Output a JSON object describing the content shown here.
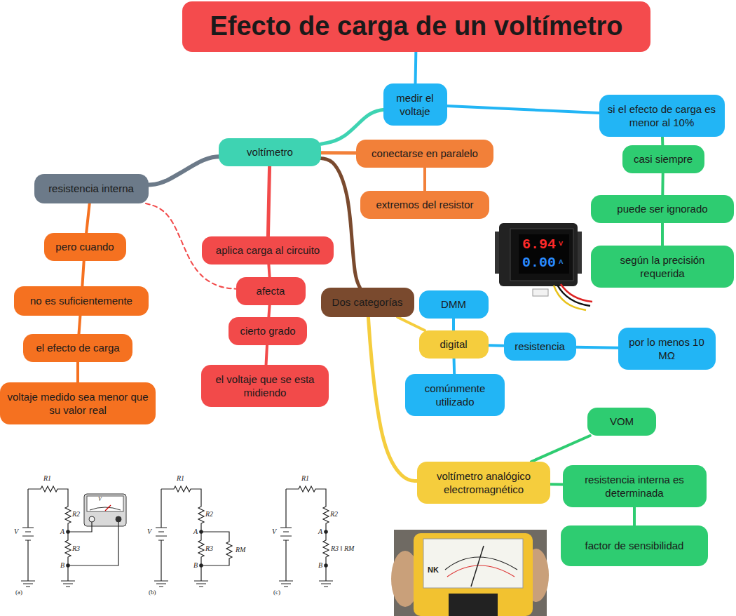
{
  "diagram": {
    "nodes": [
      {
        "text": [
          "Efecto de carga de un voltímetro"
        ]
      },
      {
        "text": [
          "medir el voltaje"
        ]
      },
      {
        "text": [
          "si el efecto de carga es menor al 10%"
        ]
      },
      {
        "text": [
          "casi siempre"
        ]
      },
      {
        "text": [
          "puede ser ignorado"
        ]
      },
      {
        "text": [
          "según la precisión requerida"
        ]
      },
      {
        "text": [
          "voltímetro"
        ]
      },
      {
        "text": [
          "conectarse en paralelo"
        ]
      },
      {
        "text": [
          "extremos del resistor"
        ]
      },
      {
        "text": [
          "resistencia interna"
        ]
      },
      {
        "text": [
          "pero cuando"
        ]
      },
      {
        "text": [
          "no es suficientemente"
        ]
      },
      {
        "text": [
          "el efecto de carga"
        ]
      },
      {
        "text": [
          "voltaje medido sea menor que su valor real"
        ]
      },
      {
        "text": [
          "aplica carga al circuito"
        ]
      },
      {
        "text": [
          "afecta"
        ]
      },
      {
        "text": [
          "cierto grado"
        ]
      },
      {
        "text": [
          "el voltaje que se esta midiendo"
        ]
      },
      {
        "text": [
          "Dos categorías"
        ]
      },
      {
        "text": [
          "DMM"
        ]
      },
      {
        "text": [
          "digital"
        ]
      },
      {
        "text": [
          "resistencia"
        ]
      },
      {
        "text": [
          "por lo menos 10 MΩ"
        ]
      },
      {
        "text": [
          "comúnmente utilizado"
        ]
      },
      {
        "text": [
          "voltímetro analógico electromagnético"
        ]
      },
      {
        "text": [
          "VOM"
        ]
      },
      {
        "text": [
          "resistencia interna es determinada"
        ]
      },
      {
        "text": [
          "factor de sensibilidad"
        ]
      }
    ],
    "edges": [
      {
        "from": 0,
        "to": 1,
        "arrow": "none"
      },
      {
        "from": 1,
        "to": 2,
        "arrow": "none"
      },
      {
        "from": 2,
        "to": 3,
        "arrow": "none"
      },
      {
        "from": 3,
        "to": 4,
        "arrow": "none"
      },
      {
        "from": 4,
        "to": 5,
        "arrow": "none"
      },
      {
        "from": 6,
        "to": 1,
        "arrow": "none"
      },
      {
        "from": 6,
        "to": 7,
        "arrow": "none"
      },
      {
        "from": 7,
        "to": 8,
        "arrow": "none"
      },
      {
        "from": 6,
        "to": 9,
        "arrow": "none"
      },
      {
        "from": 9,
        "to": 10,
        "arrow": "none"
      },
      {
        "from": 10,
        "to": 11,
        "arrow": "none"
      },
      {
        "from": 11,
        "to": 12,
        "arrow": "none"
      },
      {
        "from": 12,
        "to": 13,
        "arrow": "none"
      },
      {
        "from": 6,
        "to": 14,
        "arrow": "none"
      },
      {
        "from": 14,
        "to": 15,
        "arrow": "none"
      },
      {
        "from": 15,
        "to": 16,
        "arrow": "none"
      },
      {
        "from": 16,
        "to": 17,
        "arrow": "none"
      },
      {
        "from": 9,
        "to": 15,
        "arrow": "none"
      },
      {
        "from": 6,
        "to": 18,
        "arrow": "none"
      },
      {
        "from": 18,
        "to": 20,
        "arrow": "none"
      },
      {
        "from": 20,
        "to": 19,
        "arrow": "none"
      },
      {
        "from": 20,
        "to": 21,
        "arrow": "none"
      },
      {
        "from": 21,
        "to": 22,
        "arrow": "none"
      },
      {
        "from": 20,
        "to": 23,
        "arrow": "none"
      },
      {
        "from": 18,
        "to": 24,
        "arrow": "none"
      },
      {
        "from": 24,
        "to": 25,
        "arrow": "none"
      },
      {
        "from": 24,
        "to": 26,
        "arrow": "none"
      },
      {
        "from": 26,
        "to": 27,
        "arrow": "none"
      }
    ],
    "labels": [
      "R1",
      "R2",
      "A",
      "R3",
      "B",
      "V",
      "V",
      "(a)",
      "R1",
      "R2",
      "A",
      "R3",
      "RM",
      "B",
      "V",
      "(b)",
      "R1",
      "R2",
      "A",
      "R3 ‖ RM",
      "B",
      "V",
      "(c)",
      "6.94",
      "V",
      "0.00",
      "A",
      "NK"
    ]
  }
}
